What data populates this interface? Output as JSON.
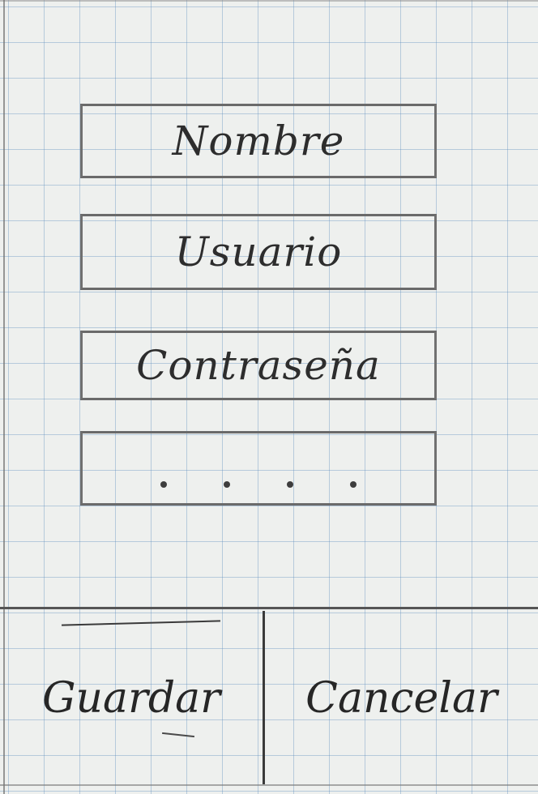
{
  "form": {
    "fields": [
      {
        "label": "Nombre"
      },
      {
        "label": "Usuario"
      },
      {
        "label": "Contraseña"
      }
    ],
    "masked_value": "• • • •"
  },
  "actions": {
    "save_label": "Guardar",
    "cancel_label": "Cancelar"
  },
  "colors": {
    "paper": "#eef0ee",
    "grid": "#5c8cbe",
    "pencil": "#6a6a6a",
    "ink": "#2d2d2d"
  }
}
